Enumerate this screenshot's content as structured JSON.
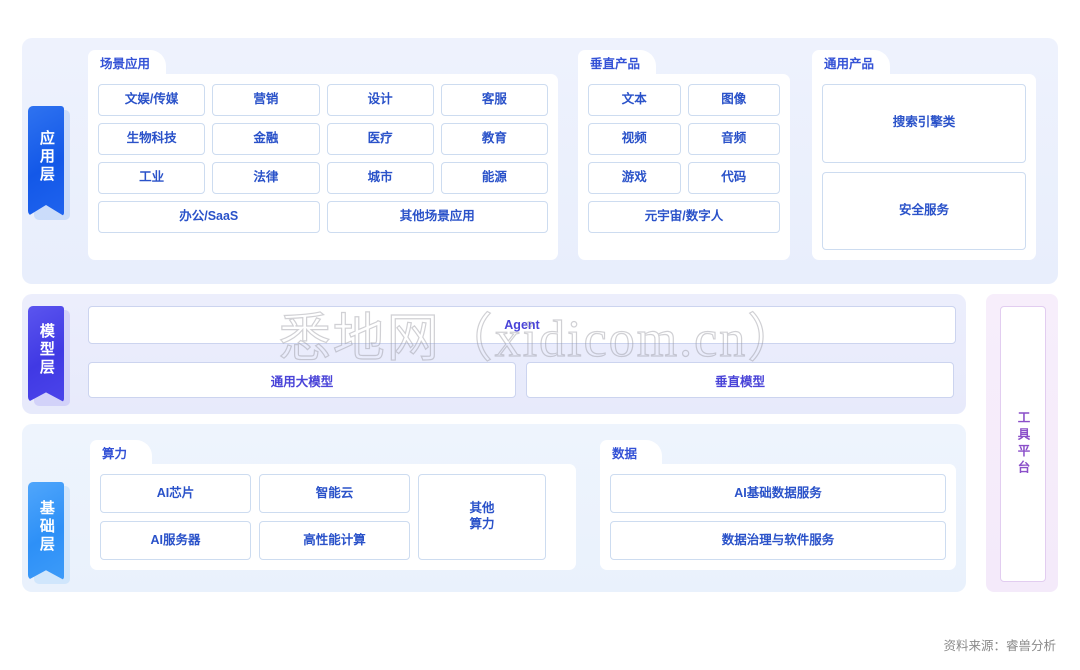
{
  "layers": [
    {
      "id": "application",
      "label": "应用层",
      "color": "#1358e8"
    },
    {
      "id": "model",
      "label": "模型层",
      "color": "#4039e4"
    },
    {
      "id": "foundation",
      "label": "基础层",
      "color": "#2d90f7"
    }
  ],
  "application_layer": {
    "groups": [
      {
        "id": "scene",
        "title": "场景应用",
        "cells": [
          "文娱/传媒",
          "营销",
          "设计",
          "客服",
          "生物科技",
          "金融",
          "医疗",
          "教育",
          "工业",
          "法律",
          "城市",
          "能源",
          "办公/SaaS",
          "其他场景应用"
        ]
      },
      {
        "id": "vertical",
        "title": "垂直产品",
        "cells": [
          "文本",
          "图像",
          "视频",
          "音频",
          "游戏",
          "代码",
          "元宇宙/数字人"
        ]
      },
      {
        "id": "general",
        "title": "通用产品",
        "cells": [
          "搜索引擎类",
          "安全服务"
        ]
      }
    ]
  },
  "model_layer": {
    "agent_label": "Agent",
    "models": [
      "通用大模型",
      "垂直模型"
    ]
  },
  "foundation_layer": {
    "groups": [
      {
        "id": "compute",
        "title": "算力",
        "cells": [
          "AI芯片",
          "智能云",
          "AI服务器",
          "高性能计算"
        ],
        "other_cell": "其他\n算力",
        "other_cell_line1": "其他",
        "other_cell_line2": "算力"
      },
      {
        "id": "data",
        "title": "数据",
        "cells": [
          "AI基础数据服务",
          "数据治理与软件服务"
        ]
      }
    ]
  },
  "tool_platform": {
    "label": "工具平台"
  },
  "footer": {
    "source": "资料来源：睿兽分析"
  },
  "watermark": {
    "text": "悉地网（xidicom.cn）"
  },
  "colors": {
    "application_tab": "#1358e8",
    "model_tab": "#4039e4",
    "foundation_tab": "#2d90f7",
    "cell_text": "#2a52c9",
    "model_text": "#4a44d8",
    "tool_text": "#8b4fc9",
    "group_title": "#3452d6"
  }
}
